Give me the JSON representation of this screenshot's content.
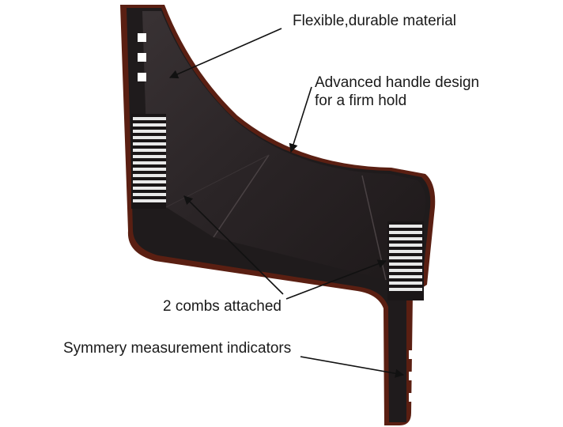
{
  "labels": {
    "material": "Flexible,durable material",
    "handle_line1": "Advanced handle design",
    "handle_line2": "for a firm hold",
    "combs": "2 combs attached",
    "indicators": "Symmery measurement indicators"
  },
  "colors": {
    "tool_body": "#1f1b1c",
    "tool_edge": "#5a1f12",
    "tool_face": "#2a2426",
    "comb": "#e8e8e8",
    "marker": "#ffffff",
    "arrow": "#111111",
    "text": "#1a1a1a"
  }
}
